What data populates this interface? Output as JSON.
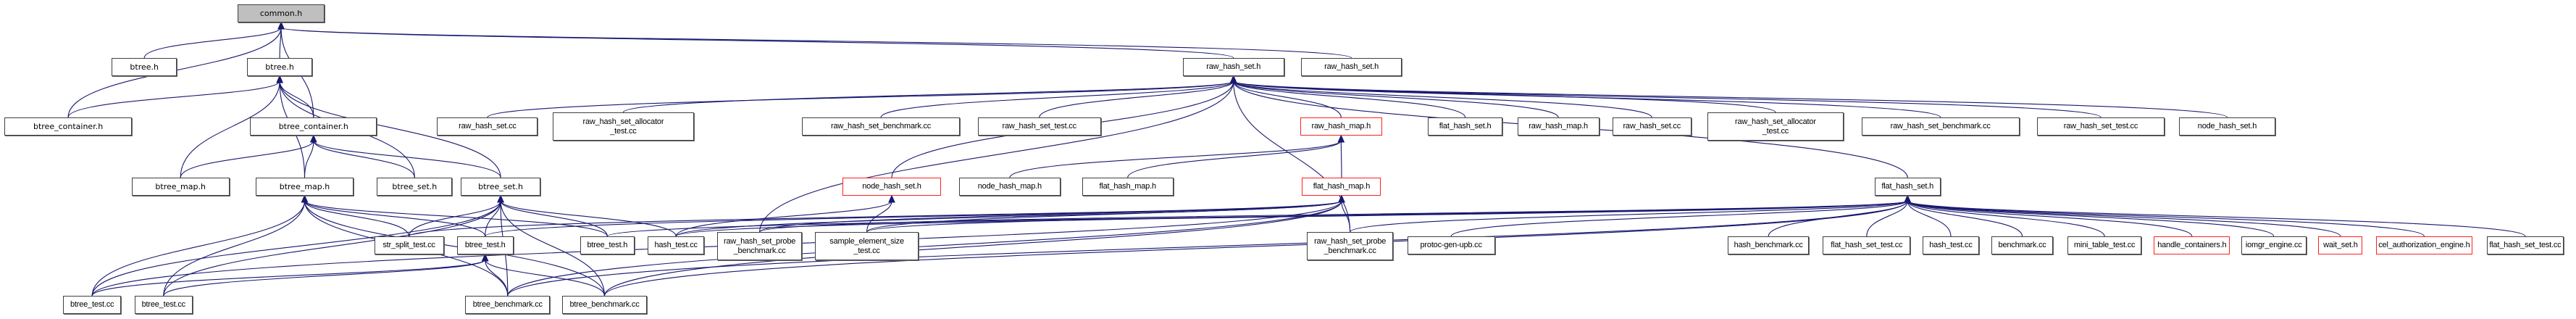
{
  "graph": {
    "title": "common.h include dependency graph",
    "edge_color": "#191970",
    "root_fill": "#bfbfbf",
    "truncated_border_color": "#ff2020",
    "nodes": [
      {
        "id": "common_h",
        "label": "common.h",
        "root": true
      },
      {
        "id": "btree_h_a",
        "label": "btree.h"
      },
      {
        "id": "btree_h_b",
        "label": "btree.h"
      },
      {
        "id": "btree_container_h_a",
        "label": "btree_container.h"
      },
      {
        "id": "btree_container_h_b",
        "label": "btree_container.h"
      },
      {
        "id": "btree_map_h_a",
        "label": "btree_map.h"
      },
      {
        "id": "btree_map_h_b",
        "label": "btree_map.h"
      },
      {
        "id": "btree_set_h_a",
        "label": "btree_set.h"
      },
      {
        "id": "btree_set_h_b",
        "label": "btree_set.h"
      },
      {
        "id": "str_split_test_cc",
        "label": "str_split_test.cc"
      },
      {
        "id": "btree_test_h_a",
        "label": "btree_test.h"
      },
      {
        "id": "btree_test_h_b",
        "label": "btree_test.h"
      },
      {
        "id": "btree_test_cc_a",
        "label": "btree_test.cc"
      },
      {
        "id": "btree_test_cc_b",
        "label": "btree_test.cc"
      },
      {
        "id": "btree_benchmark_cc_a",
        "label": "btree_benchmark.cc"
      },
      {
        "id": "btree_benchmark_cc_b",
        "label": "btree_benchmark.cc"
      },
      {
        "id": "raw_hash_set_h_a",
        "label": "raw_hash_set.h"
      },
      {
        "id": "raw_hash_set_h_b",
        "label": "raw_hash_set.h"
      },
      {
        "id": "raw_hash_set_cc_a",
        "label": "raw_hash_set.cc"
      },
      {
        "id": "raw_hash_set_allocator_test_cc_a",
        "label": "raw_hash_set_allocator\n_test.cc"
      },
      {
        "id": "raw_hash_set_benchmark_cc_a",
        "label": "raw_hash_set_benchmark.cc"
      },
      {
        "id": "raw_hash_set_test_cc_a",
        "label": "raw_hash_set_test.cc"
      },
      {
        "id": "raw_hash_map_h_red",
        "label": "raw_hash_map.h",
        "truncated": true
      },
      {
        "id": "flat_hash_set_h_a",
        "label": "flat_hash_set.h"
      },
      {
        "id": "raw_hash_map_h_b",
        "label": "raw_hash_map.h"
      },
      {
        "id": "raw_hash_set_cc_b",
        "label": "raw_hash_set.cc"
      },
      {
        "id": "raw_hash_set_allocator_test_cc_b",
        "label": "raw_hash_set_allocator\n_test.cc"
      },
      {
        "id": "raw_hash_set_benchmark_cc_b",
        "label": "raw_hash_set_benchmark.cc"
      },
      {
        "id": "raw_hash_set_test_cc_b",
        "label": "raw_hash_set_test.cc"
      },
      {
        "id": "node_hash_set_h_b",
        "label": "node_hash_set.h"
      },
      {
        "id": "node_hash_set_h_red",
        "label": "node_hash_set.h",
        "truncated": true
      },
      {
        "id": "node_hash_map_h",
        "label": "node_hash_map.h"
      },
      {
        "id": "flat_hash_map_h_a",
        "label": "flat_hash_map.h"
      },
      {
        "id": "flat_hash_map_h_red",
        "label": "flat_hash_map.h",
        "truncated": true
      },
      {
        "id": "flat_hash_set_h_b",
        "label": "flat_hash_set.h"
      },
      {
        "id": "hash_test_cc_a",
        "label": "hash_test.cc"
      },
      {
        "id": "raw_hash_set_probe_benchmark_cc_a",
        "label": "raw_hash_set_probe\n_benchmark.cc"
      },
      {
        "id": "sample_element_size_test_cc",
        "label": "sample_element_size\n_test.cc"
      },
      {
        "id": "raw_hash_set_probe_benchmark_cc_b",
        "label": "raw_hash_set_probe\n_benchmark.cc"
      },
      {
        "id": "protoc_gen_upb_cc",
        "label": "protoc-gen-upb.cc"
      },
      {
        "id": "hash_benchmark_cc",
        "label": "hash_benchmark.cc"
      },
      {
        "id": "flat_hash_set_test_cc_a",
        "label": "flat_hash_set_test.cc"
      },
      {
        "id": "hash_test_cc_b",
        "label": "hash_test.cc"
      },
      {
        "id": "benchmark_cc",
        "label": "benchmark.cc"
      },
      {
        "id": "mini_table_test_cc",
        "label": "mini_table_test.cc"
      },
      {
        "id": "handle_containers_h",
        "label": "handle_containers.h",
        "truncated": true
      },
      {
        "id": "iomgr_engine_cc",
        "label": "iomgr_engine.cc"
      },
      {
        "id": "wait_set_h",
        "label": "wait_set.h",
        "truncated": true
      },
      {
        "id": "cel_authorization_engine_h",
        "label": "cel_authorization_engine.h",
        "truncated": true
      },
      {
        "id": "flat_hash_set_test_cc_b",
        "label": "flat_hash_set_test.cc"
      }
    ]
  }
}
